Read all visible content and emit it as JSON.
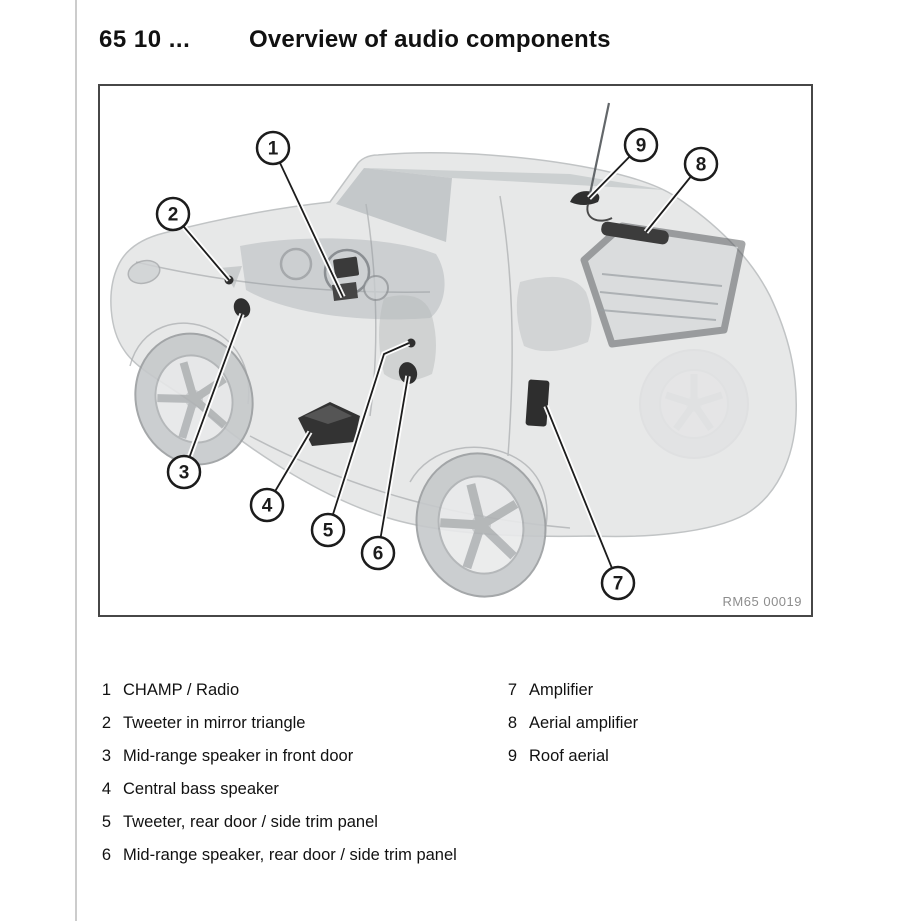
{
  "header": {
    "code": "65 10 ...",
    "title": "Overview of audio components"
  },
  "figure": {
    "ref_label": "RM65 00019",
    "callouts": [
      {
        "n": "1",
        "label": "CHAMP / Radio"
      },
      {
        "n": "2",
        "label": "Tweeter in mirror triangle"
      },
      {
        "n": "3",
        "label": "Mid-range speaker in front door"
      },
      {
        "n": "4",
        "label": "Central bass speaker"
      },
      {
        "n": "5",
        "label": "Tweeter, rear door / side trim panel"
      },
      {
        "n": "6",
        "label": "Mid-range speaker, rear door / side trim panel"
      },
      {
        "n": "7",
        "label": "Amplifier"
      },
      {
        "n": "8",
        "label": "Aerial amplifier"
      },
      {
        "n": "9",
        "label": "Roof aerial"
      }
    ]
  },
  "legend": {
    "left": [
      {
        "num": "1",
        "text": "CHAMP / Radio"
      },
      {
        "num": "2",
        "text": "Tweeter in mirror triangle"
      },
      {
        "num": "3",
        "text": "Mid-range speaker in front door"
      },
      {
        "num": "4",
        "text": "Central bass speaker"
      },
      {
        "num": "5",
        "text": "Tweeter, rear door / side trim panel"
      },
      {
        "num": "6",
        "text": "Mid-range speaker, rear door / side trim panel"
      }
    ],
    "right": [
      {
        "num": "7",
        "text": "Amplifier"
      },
      {
        "num": "8",
        "text": "Aerial amplifier"
      },
      {
        "num": "9",
        "text": "Roof aerial"
      }
    ]
  },
  "colors": {
    "callout_stroke": "#1c1c1c",
    "component_dark": "#2f2f2f",
    "car_body": "#e3e4e5",
    "box_border": "#474747",
    "ref_text": "#8d8d8d",
    "page_rule": "#cccccc"
  }
}
